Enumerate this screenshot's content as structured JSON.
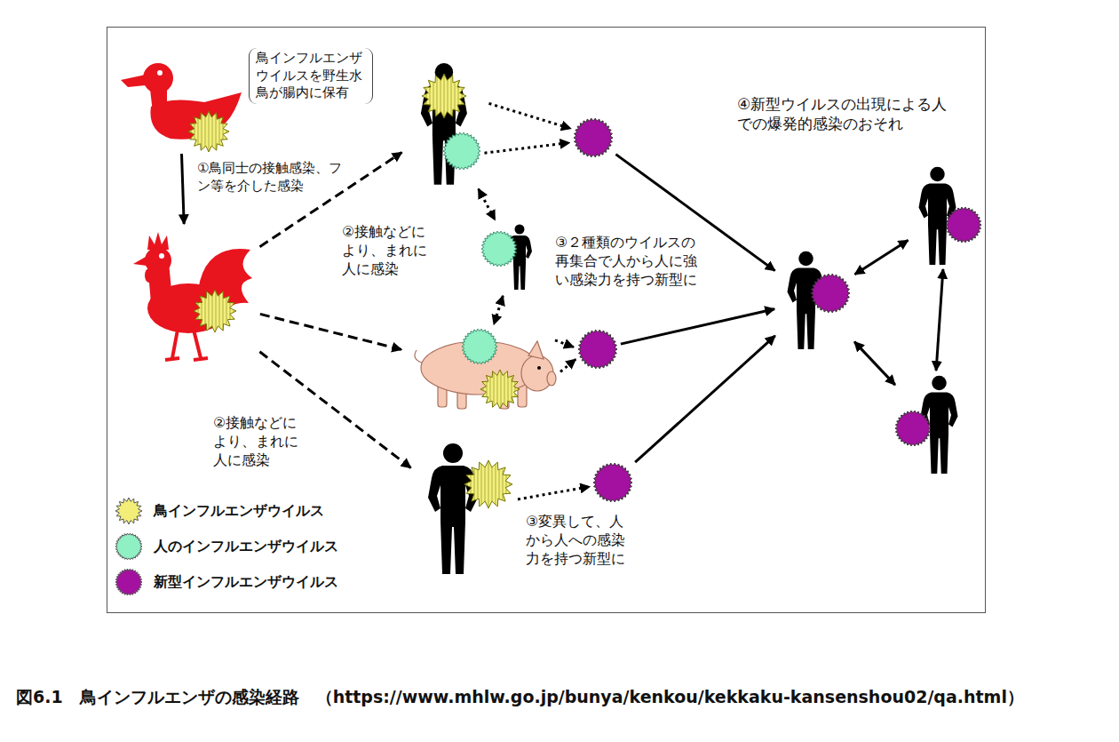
{
  "diagram": {
    "caption": "図6.1　鳥インフルエンザの感染経路　（https://www.mhlw.go.jp/bunya/kenkou/kekkaku-kansenshou02/qa.html）",
    "nodes": [
      {
        "text": [
          "鳥インフルエンザウイルスを野生水鳥が腸内に保有"
        ]
      },
      {
        "text": []
      },
      {
        "text": []
      },
      {
        "text": []
      },
      {
        "text": []
      },
      {
        "text": []
      },
      {
        "text": []
      },
      {
        "text": []
      },
      {
        "text": []
      },
      {
        "text": []
      },
      {
        "text": []
      },
      {
        "text": []
      }
    ],
    "edges": [
      {
        "from": 0,
        "to": 1,
        "arrow": "to",
        "label": "①鳥同士の接触感染、フン等を介した感染"
      },
      {
        "from": 1,
        "to": 2,
        "arrow": "to",
        "label": "②接触などにより、まれに人に感染"
      },
      {
        "from": 1,
        "to": 4,
        "arrow": "to"
      },
      {
        "from": 1,
        "to": 5,
        "arrow": "to",
        "label": "②接触などにより、まれに人に感染"
      },
      {
        "from": 2,
        "to": 6,
        "arrow": "to"
      },
      {
        "from": 2,
        "to": 6,
        "arrow": "to"
      },
      {
        "from": 2,
        "to": 3,
        "arrow": "both"
      },
      {
        "from": 3,
        "to": 4,
        "arrow": "both"
      },
      {
        "from": 4,
        "to": 7,
        "arrow": "to"
      },
      {
        "from": 4,
        "to": 7,
        "arrow": "to"
      },
      {
        "from": 5,
        "to": 8,
        "arrow": "to",
        "label": "③変異して、人から人への感染力を持つ新型に"
      },
      {
        "from": 6,
        "to": 9,
        "arrow": "to"
      },
      {
        "from": 7,
        "to": 9,
        "arrow": "to"
      },
      {
        "from": 8,
        "to": 9,
        "arrow": "to"
      },
      {
        "from": 9,
        "to": 10,
        "arrow": "both"
      },
      {
        "from": 9,
        "to": 11,
        "arrow": "both"
      },
      {
        "from": 10,
        "to": 11,
        "arrow": "both"
      }
    ],
    "labels": [
      "③２種類のウイルスの再集合で人から人に強い感染力を持つ新型に",
      "④新型ウイルスの出現による人での爆発的感染のおそれ"
    ],
    "legend": [
      {
        "text": "鳥インフルエンザウイルス",
        "color": "#f2ee78"
      },
      {
        "text": "人のインフルエンザウイルス",
        "color": "#8ff0c4"
      },
      {
        "text": "新型インフルエンザウイルス",
        "color": "#a4109f"
      }
    ]
  }
}
